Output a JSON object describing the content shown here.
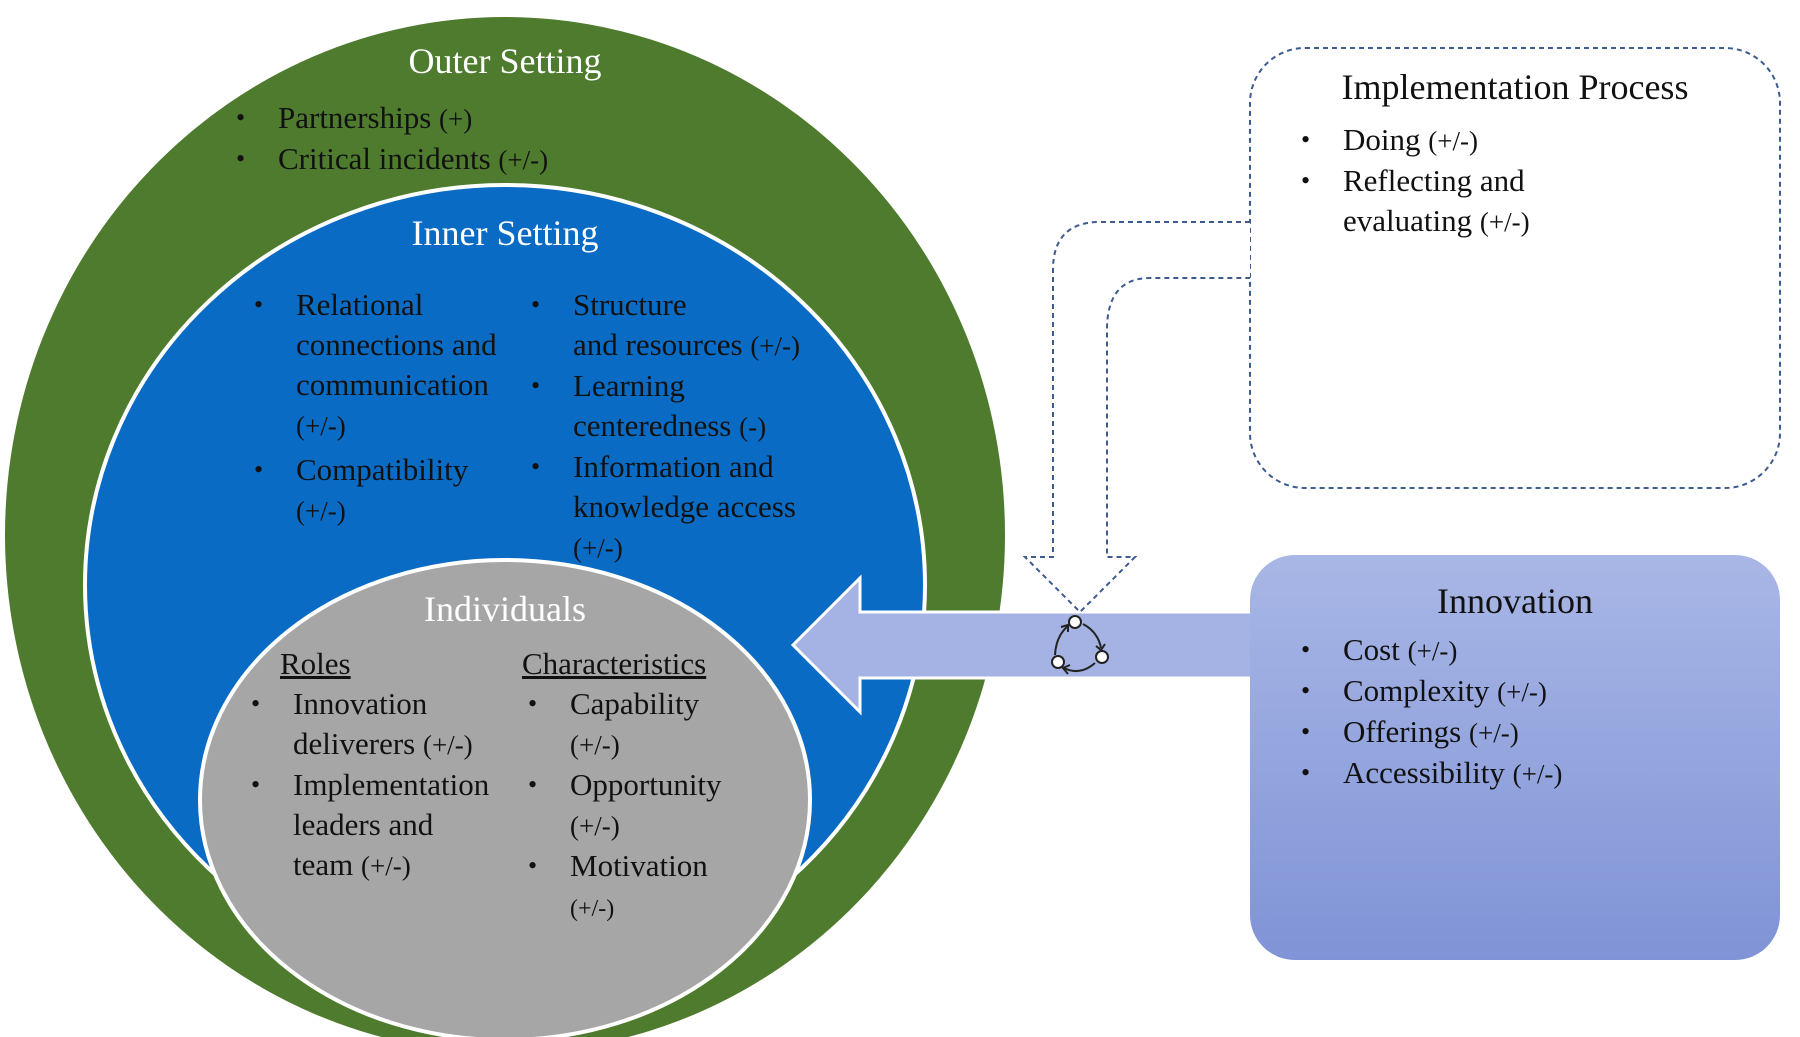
{
  "outer_setting": {
    "title": "Outer Setting",
    "items": [
      {
        "text": "Partnerships",
        "sign": "(+)"
      },
      {
        "text": "Critical incidents",
        "sign": "(+/-)"
      }
    ]
  },
  "inner_setting": {
    "title": "Inner Setting",
    "left_items": [
      {
        "text": "Relational\nconnections and\ncommunication",
        "sign": "(+/-)"
      },
      {
        "text": "Compatibility",
        "sign": "(+/-)"
      }
    ],
    "right_items": [
      {
        "text": "Structure\nand resources",
        "sign": "(+/-)"
      },
      {
        "text": "Learning\ncenteredness",
        "sign": "(-)"
      },
      {
        "text": "Information and\nknowledge access",
        "sign": "(+/-)"
      }
    ]
  },
  "individuals": {
    "title": "Individuals",
    "roles": {
      "heading": "Roles",
      "items": [
        {
          "text": "Innovation\ndeliverers",
          "sign": "(+/-)"
        },
        {
          "text": "Implementation\nleaders and\nteam",
          "sign": "(+/-)"
        }
      ]
    },
    "characteristics": {
      "heading": "Characteristics",
      "items": [
        {
          "text": "Capability",
          "sign": "(+/-)"
        },
        {
          "text": "Opportunity",
          "sign": "(+/-)"
        },
        {
          "text": "Motivation",
          "sign": "(+/-)"
        }
      ]
    }
  },
  "implementation_process": {
    "title": "Implementation Process",
    "items": [
      {
        "text": "Doing",
        "sign": "(+/-)"
      },
      {
        "text": "Reflecting and\nevaluating",
        "sign": "(+/-)"
      }
    ]
  },
  "innovation": {
    "title": "Innovation",
    "items": [
      {
        "text": "Cost",
        "sign": "(+/-)"
      },
      {
        "text": "Complexity",
        "sign": "(+/-)"
      },
      {
        "text": "Offerings",
        "sign": "(+/-)"
      },
      {
        "text": "Accessibility",
        "sign": "(+/-)"
      }
    ]
  },
  "colors": {
    "outer_green": "#4e7b2d",
    "inner_blue": "#0a6bc4",
    "individuals_gray": "#a6a6a6",
    "innovation_fill": "#8fa1dc",
    "arrow_fill": "#a4b3e4",
    "dashed_border": "#3d5b8f"
  },
  "icons": {
    "cycle": "cycle-arrows-icon"
  }
}
